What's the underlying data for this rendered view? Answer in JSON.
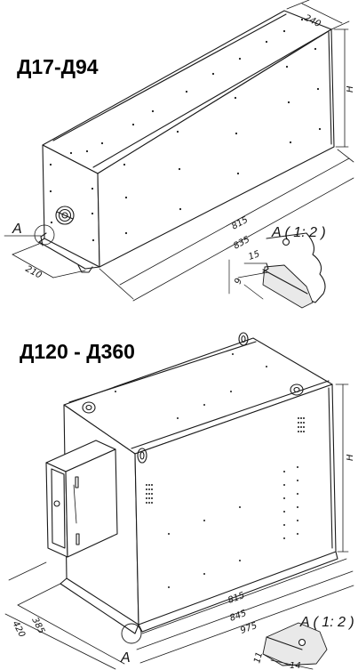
{
  "diagrams": {
    "top": {
      "title": "Д17-Д94",
      "dims": {
        "width": "240",
        "height": "H",
        "depth": "210",
        "length_inner": "815",
        "length_outer": "835"
      },
      "callout": {
        "label": "A",
        "detail_title": "A ( 1: 2 )",
        "d1": "15",
        "d2": "9"
      }
    },
    "bottom": {
      "title": "Д120 - Д360",
      "dims": {
        "height": "H",
        "d1": "385",
        "d2": "420",
        "l1": "815",
        "l2": "845",
        "l3": "975"
      },
      "callout": {
        "label": "A",
        "detail_title": "A ( 1: 2 )",
        "d1": "11",
        "d2": "14"
      }
    }
  },
  "colors": {
    "line": "#1a1a1a",
    "shade": "#e9e9e9"
  }
}
